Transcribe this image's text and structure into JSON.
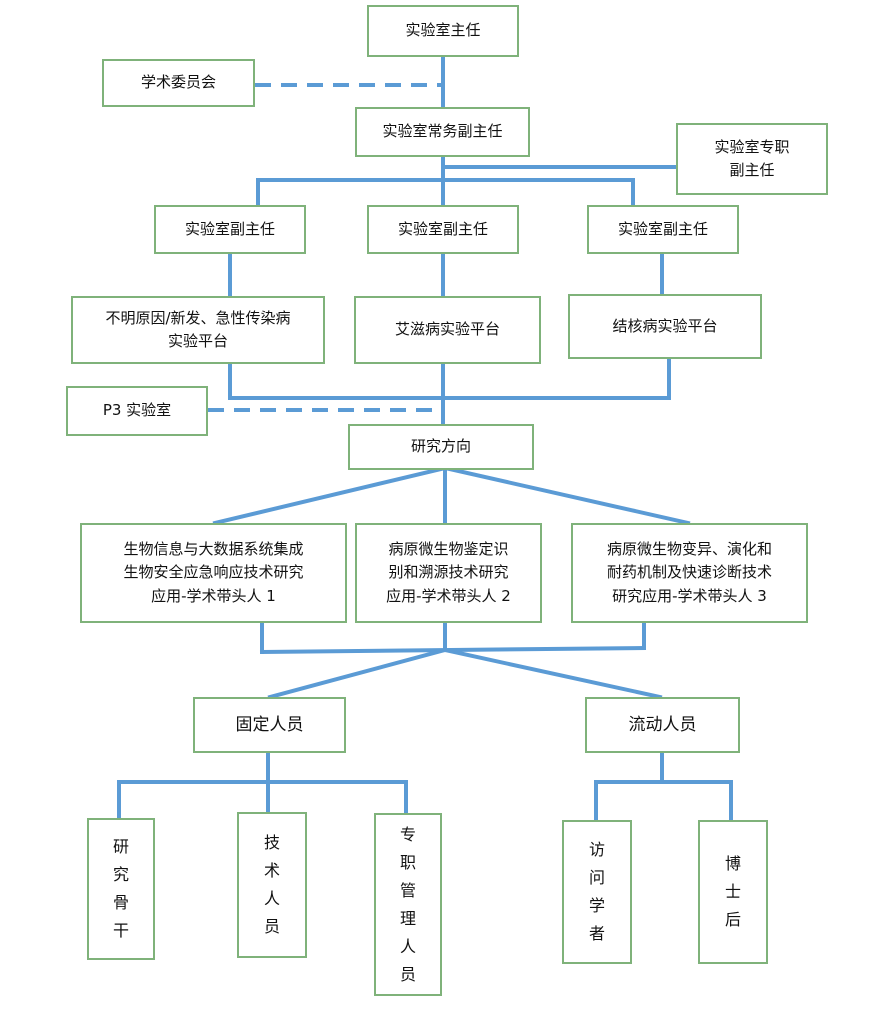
{
  "nodes": {
    "director": "实验室主任",
    "committee": "学术委员会",
    "executive_deputy": "实验室常务副主任",
    "fulltime_deputy": "实验室专职\n副主任",
    "deputy_1": "实验室副主任",
    "deputy_2": "实验室副主任",
    "deputy_3": "实验室副主任",
    "platform_unknown": "不明原因/新发、急性传染病\n实验平台",
    "platform_aids": "艾滋病实验平台",
    "platform_tb": "结核病实验平台",
    "p3_lab": "P3 实验室",
    "research_direction": "研究方向",
    "direction_1": "生物信息与大数据系统集成\n生物安全应急响应技术研究\n应用-学术带头人 1",
    "direction_2": "病原微生物鉴定识\n别和溯源技术研究\n应用-学术带头人 2",
    "direction_3": "病原微生物变异、演化和\n耐药机制及快速诊断技术\n研究应用-学术带头人 3",
    "fixed_staff": "固定人员",
    "mobile_staff": "流动人员",
    "research_backbone": "研\n究\n骨\n干",
    "technical_staff": "技\n术\n人\n员",
    "management_staff": "专\n职\n管\n理\n人\n员",
    "visiting_scholars": "访\n问\n学\n者",
    "postdocs": "博\n士\n后"
  },
  "colors": {
    "connector": "#5b9bd5",
    "box_border": "#7fb27a"
  }
}
